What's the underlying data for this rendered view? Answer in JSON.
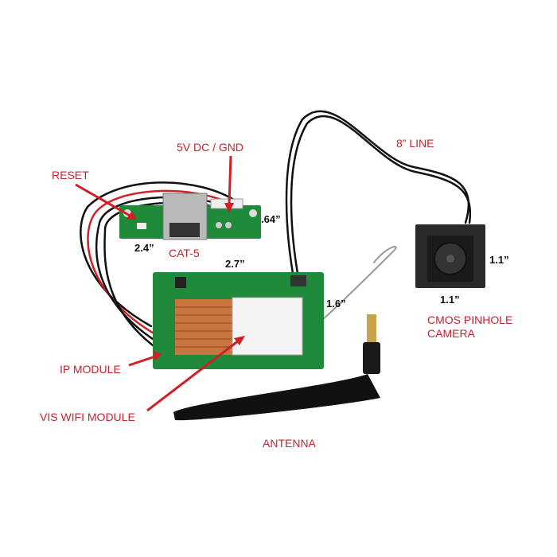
{
  "labels": {
    "reset": "RESET",
    "power": "5V DC / GND",
    "cat5": "CAT-5",
    "line": "8” LINE",
    "camera_line1": "CMOS PINHOLE",
    "camera_line2": "CAMERA",
    "ip_module": "IP MODULE",
    "wifi_module": "VIS WIFI MODULE",
    "antenna": "ANTENNA"
  },
  "dimensions": {
    "cat5_board_height": ".64”",
    "cat5_board_width": "2.4”",
    "main_board_width": "2.7”",
    "main_board_height": "1.6”",
    "camera_height": "1.1”",
    "camera_width": "1.1”"
  },
  "colors": {
    "label": "#c0262c",
    "arrow": "#d01f26",
    "pcb": "#1f8a3a",
    "heatsink": "#c8753f"
  }
}
